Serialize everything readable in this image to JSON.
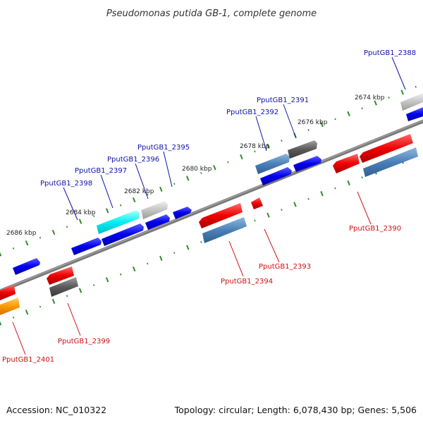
{
  "title": "Pseudomonas putida GB-1, complete genome",
  "footer": {
    "accession": "Accession: NC_010322",
    "summary": "Topology: circular; Length: 6,078,430 bp; Genes: 5,506"
  },
  "colors": {
    "backbone": "#808080",
    "tick": "#2e8b2e",
    "label_forward": "#1010aa",
    "label_reverse": "#cc1111"
  },
  "ticks": [
    {
      "label": "2686 kbp"
    },
    {
      "label": "2684 kbp"
    },
    {
      "label": "2682 kbp"
    },
    {
      "label": "2680 kbp"
    },
    {
      "label": "2678 kbp"
    },
    {
      "label": "2676 kbp"
    },
    {
      "label": "2674 kbp"
    }
  ],
  "forward_labels": [
    {
      "name": "PputGB1_2398"
    },
    {
      "name": "PputGB1_2397"
    },
    {
      "name": "PputGB1_2396"
    },
    {
      "name": "PputGB1_2395"
    },
    {
      "name": "PputGB1_2392"
    },
    {
      "name": "PputGB1_2391"
    },
    {
      "name": "PputGB1_2388"
    }
  ],
  "reverse_labels": [
    {
      "name": "PputGB1_2401"
    },
    {
      "name": "PputGB1_2399"
    },
    {
      "name": "PputGB1_2394"
    },
    {
      "name": "PputGB1_2393"
    },
    {
      "name": "PputGB1_2390"
    }
  ]
}
